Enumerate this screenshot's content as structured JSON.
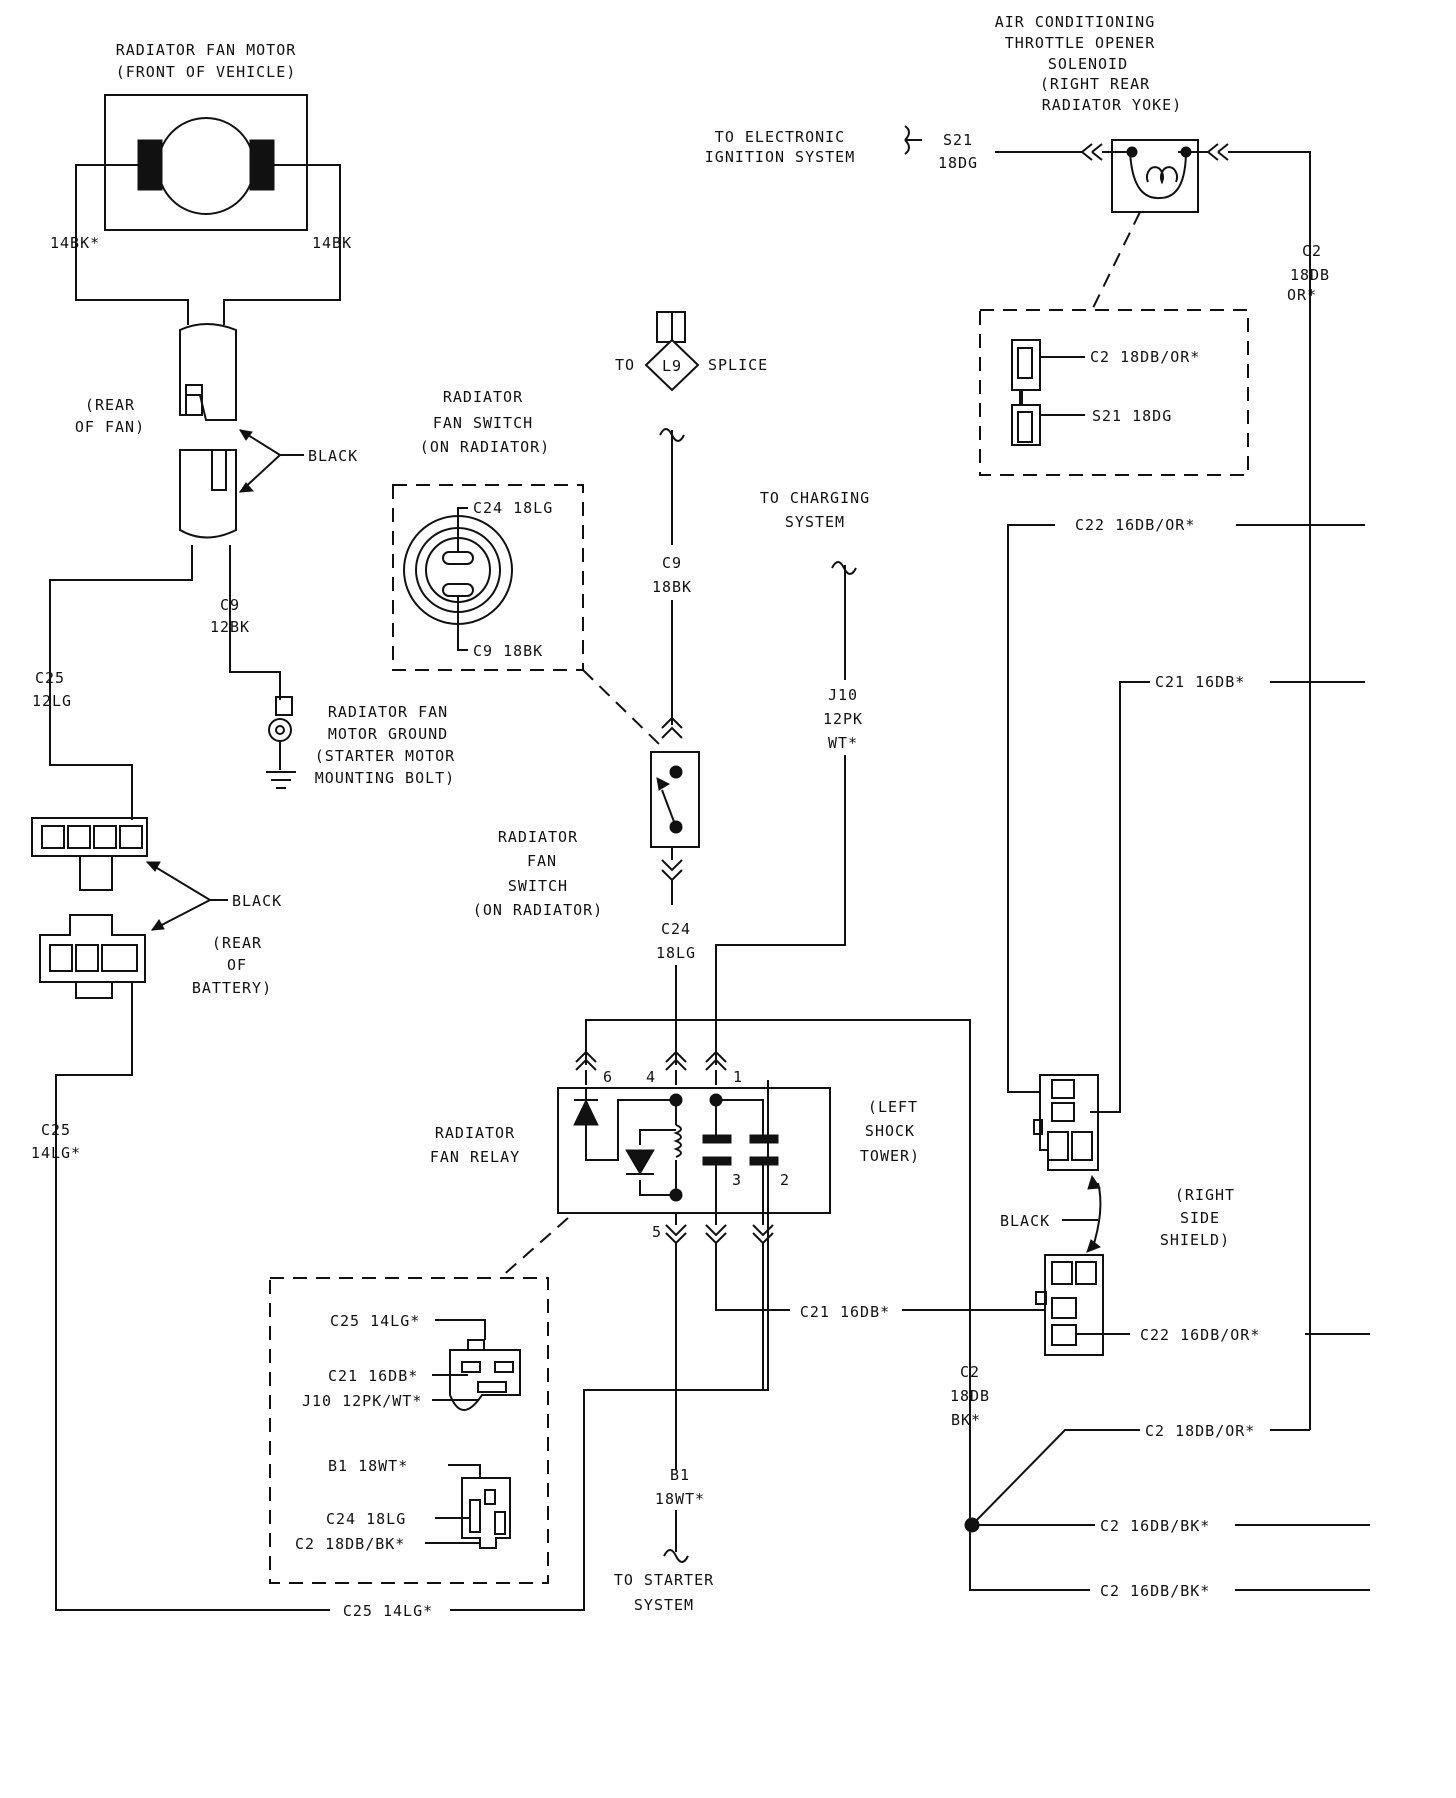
{
  "labels": {
    "fan_motor_title_1": "RADIATOR FAN MOTOR",
    "fan_motor_title_2": "(FRONT OF VEHICLE)",
    "wire_14bk_left": "14BK*",
    "wire_14bk_right": "14BK",
    "rear_of_fan_1": "(REAR",
    "rear_of_fan_2": "OF FAN)",
    "black_1": "BLACK",
    "c9_12bk_1": "C9",
    "c9_12bk_2": "12BK",
    "c25_12lg_1": "C25",
    "c25_12lg_2": "12LG",
    "ground_1": "RADIATOR FAN",
    "ground_2": "MOTOR GROUND",
    "ground_3": "(STARTER MOTOR",
    "ground_4": "MOUNTING BOLT)",
    "black_2": "BLACK",
    "rear_battery_1": "(REAR",
    "rear_battery_2": "OF",
    "rear_battery_3": "BATTERY)",
    "c25_14lg_1": "C25",
    "c25_14lg_2": "14LG*",
    "fan_switch_title_1": "RADIATOR",
    "fan_switch_title_2": "FAN SWITCH",
    "fan_switch_title_3": "(ON RADIATOR)",
    "switch_c24": "C24 18LG",
    "switch_c9": "C9 18BK",
    "to_label": "TO",
    "splice_id": "L9",
    "splice_label": "SPLICE",
    "c9_18bk_1": "C9",
    "c9_18bk_2": "18BK",
    "fan_switch_b_1": "RADIATOR",
    "fan_switch_b_2": "FAN",
    "fan_switch_b_3": "SWITCH",
    "fan_switch_b_4": "(ON RADIATOR)",
    "c24_1": "C24",
    "c24_2": "18LG",
    "to_charging_1": "TO CHARGING",
    "to_charging_2": "SYSTEM",
    "j10_1": "J10",
    "j10_2": "12PK",
    "j10_3": "WT*",
    "ac_title_1": "AIR CONDITIONING",
    "ac_title_2": "THROTTLE OPENER",
    "ac_title_3": "SOLENOID",
    "ac_title_4": "(RIGHT REAR",
    "ac_title_5": "RADIATOR YOKE)",
    "to_ignition_1": "TO ELECTRONIC",
    "to_ignition_2": "IGNITION SYSTEM",
    "s21_1": "S21",
    "s21_2": "18DG",
    "c2_right_1": "C2",
    "c2_right_2": "18DB",
    "c2_right_3": "OR*",
    "conn_c2": "C2 18DB/OR*",
    "conn_s21": "S21 18DG",
    "c22_top": "C22 16DB/OR*",
    "c21_top": "C21 16DB*",
    "relay_pin6": "6",
    "relay_pin4": "4",
    "relay_pin1": "1",
    "relay_pin3": "3",
    "relay_pin2": "2",
    "relay_pin5": "5",
    "relay_title_1": "RADIATOR",
    "relay_title_2": "FAN RELAY",
    "shock_1": "(LEFT",
    "shock_2": "SHOCK",
    "shock_3": "TOWER)",
    "black_3": "BLACK",
    "shield_1": "(RIGHT",
    "shield_2": "SIDE",
    "shield_3": "SHIELD)",
    "c21_mid": "C21 16DB*",
    "c22_mid": "C22 16DB/OR*",
    "c2_bk_1": "C2",
    "c2_bk_2": "18DB",
    "c2_bk_3": "BK*",
    "c2_or_bottom": "C2 18DB/OR*",
    "c2_16_1": "C2 16DB/BK*",
    "c2_16_2": "C2 16DB/BK*",
    "relay_conn_c25": "C25 14LG*",
    "relay_conn_c21": "C21 16DB*",
    "relay_conn_j10": "J10 12PK/WT*",
    "relay_conn_b1": "B1 18WT*",
    "relay_conn_c24": "C24 18LG",
    "relay_conn_c2": "C2 18DB/BK*",
    "b1_1": "B1",
    "b1_2": "18WT*",
    "to_starter_1": "TO STARTER",
    "to_starter_2": "SYSTEM",
    "c25_bottom": "C25 14LG*"
  }
}
